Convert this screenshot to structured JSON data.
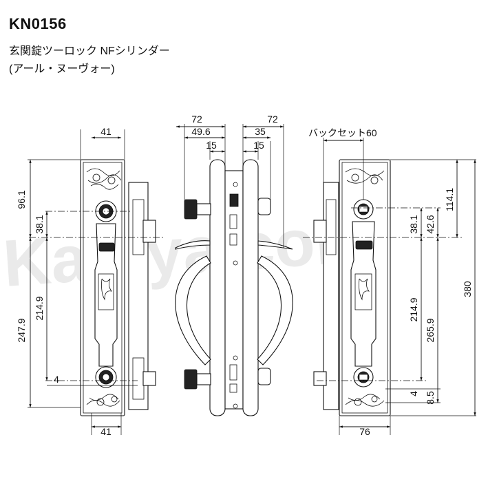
{
  "header": {
    "model": "KN0156",
    "line1": "玄関錠ツーロック NFシリンダー",
    "line2": "(アール・ヌーヴォー)"
  },
  "watermark": "Kagiya.com",
  "left_view": {
    "top_width": "41",
    "bottom_width": "41",
    "dim_96_1": "96.1",
    "dim_38_1": "38.1",
    "dim_214_9": "214.9",
    "dim_247_9": "247.9",
    "dim_4": "4"
  },
  "side_view": {
    "left_72": "72",
    "left_49_6": "49.6",
    "left_15": "15",
    "right_72": "72",
    "right_35": "35",
    "right_15": "15"
  },
  "right_view": {
    "backset": "バックセット60",
    "dim_114_1": "114.1",
    "dim_380": "380",
    "dim_38_1": "38.1",
    "dim_42_6": "42.6",
    "dim_214_9": "214.9",
    "dim_265_9": "265.9",
    "dim_4": "4",
    "dim_8_5": "8.5",
    "bottom_width": "76"
  }
}
